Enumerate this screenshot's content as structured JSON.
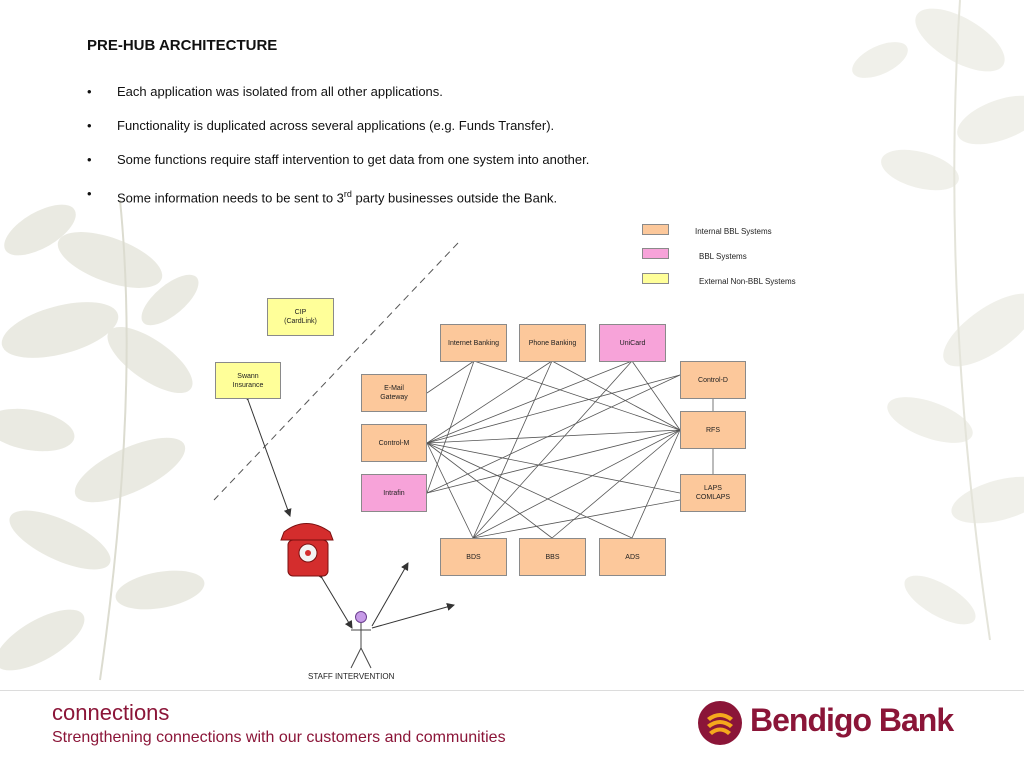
{
  "slide": {
    "title": "PRE-HUB ARCHITECTURE",
    "bullets": [
      {
        "text": "Each application was isolated from all other applications."
      },
      {
        "text": "Functionality is duplicated across several applications (e.g. Funds Transfer)."
      },
      {
        "text": "Some functions require staff intervention to get data from one system into another."
      },
      {
        "pre": "Some information needs to be sent to 3",
        "sup": "rd",
        "post": " party businesses outside the Bank."
      }
    ]
  },
  "legend": [
    {
      "label": "Internal BBL Systems",
      "color": "#fcc89b"
    },
    {
      "label": "BBL Systems",
      "color": "#f7a3d9"
    },
    {
      "label": "External Non-BBL Systems",
      "color": "#ffff99"
    }
  ],
  "diagram": {
    "nodes": {
      "cip": "CIP\n(CardLink)",
      "swann": "Swann\nInsurance",
      "email": "E-Mail\nGateway",
      "controlm": "Control-M",
      "intrafin": "Intrafin",
      "internet": "Internet Banking",
      "phone": "Phone Banking",
      "unicard": "UniCard",
      "controld": "Control-D",
      "rfs": "RFS",
      "laps": "LAPS\nCOMLAPS",
      "bds": "BDS",
      "bbs": "BBS",
      "ads": "ADS"
    },
    "staff_label": "STAFF INTERVENTION",
    "colors": {
      "internal": "#fcc89b",
      "bbl": "#f7a3d9",
      "external": "#ffff99",
      "phone": "#d42d2d",
      "person": "#c79be8"
    }
  },
  "footer": {
    "brand_word": "connections",
    "tagline": "Strengthening connections with our customers and communities",
    "bank_name": "Bendigo Bank",
    "brand_color": "#8b1538",
    "logo_icon": "bendigo-bank-logo-icon"
  }
}
